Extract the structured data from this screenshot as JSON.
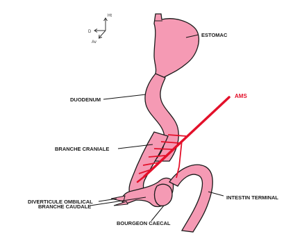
{
  "orientation": {
    "up": "Ht",
    "left": "D",
    "front": "Av"
  },
  "labels": {
    "estomac": "ESTOMAC",
    "duodenum": "DUODENUM",
    "ams": "AMS",
    "branche_craniale": "BRANCHE CRANIALE",
    "intestin_terminal": "INTESTIN TERMINAL",
    "diverticule_ombilical": "DIVERTICULE OMBILICAL",
    "branche_caudale": "BRANCHE CAUDALE",
    "bourgeon_caecal": "BOURGEON CAECAL"
  },
  "colors": {
    "gut_fill": "#f59ab4",
    "gut_stroke": "#1a1a1a",
    "artery": "#e3102a",
    "text": "#1a1a1a"
  }
}
